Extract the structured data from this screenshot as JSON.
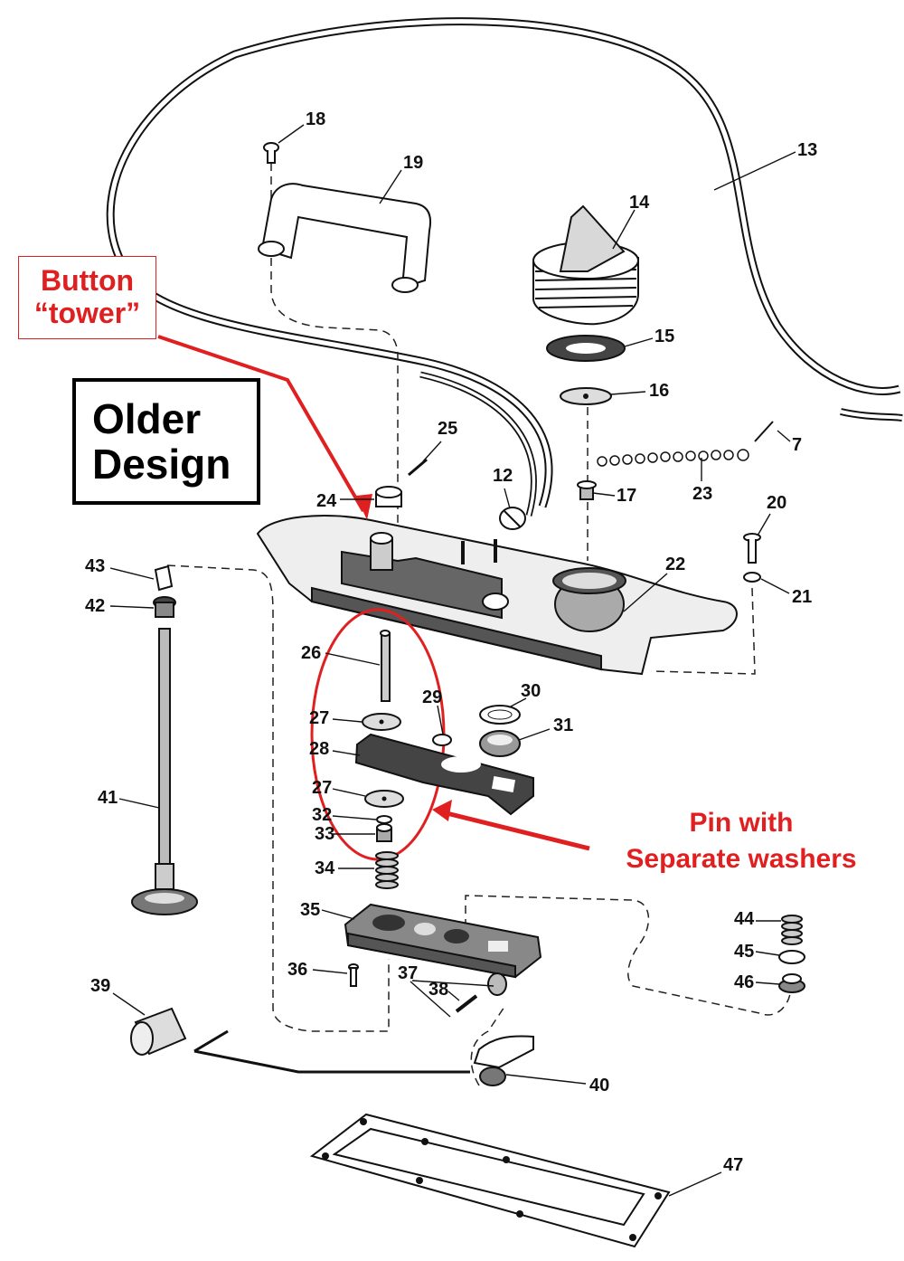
{
  "annotations": {
    "button_tower": [
      "Button",
      "“tower”"
    ],
    "older_design": [
      "Older",
      "Design"
    ],
    "pin_note": [
      "Pin with",
      "Separate washers"
    ]
  },
  "parts": {
    "p7": "7",
    "p12": "12",
    "p13": "13",
    "p14": "14",
    "p15": "15",
    "p16": "16",
    "p17": "17",
    "p18": "18",
    "p19": "19",
    "p20": "20",
    "p21": "21",
    "p22": "22",
    "p23": "23",
    "p24": "24",
    "p25": "25",
    "p26": "26",
    "p27a": "27",
    "p27b": "27",
    "p28": "28",
    "p29": "29",
    "p30": "30",
    "p31": "31",
    "p32": "32",
    "p33": "33",
    "p34": "34",
    "p35": "35",
    "p36": "36",
    "p37": "37",
    "p38": "38",
    "p39": "39",
    "p40": "40",
    "p41": "41",
    "p42": "42",
    "p43": "43",
    "p44": "44",
    "p45": "45",
    "p46": "46",
    "p47": "47"
  },
  "colors": {
    "annotation": "#e02020",
    "ink": "#111111",
    "box": "#000000"
  }
}
